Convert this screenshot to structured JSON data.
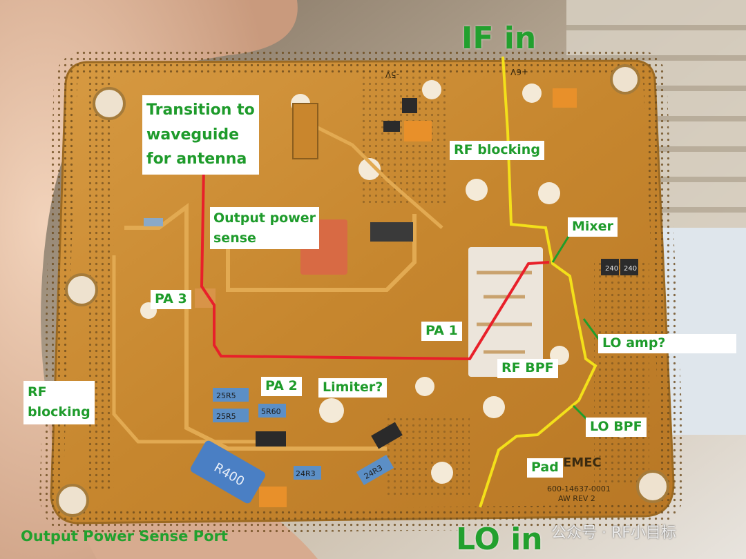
{
  "header": {
    "if_in": "IF in"
  },
  "footer": {
    "lo_in": "LO in",
    "output_power_sense_port": "Output Power Sense Port",
    "watermark": "公众号 · RF小目标"
  },
  "labels": {
    "transition": [
      "Transition to",
      "waveguide",
      "for antenna"
    ],
    "output_power_sense": [
      "Output power",
      "sense"
    ],
    "rf_blocking_top": "RF blocking",
    "mixer": "Mixer",
    "pa3": "PA 3",
    "pa1": "PA 1",
    "lo_amp": "LO amp?",
    "rf_bpf": "RF BPF",
    "pa2": "PA 2",
    "limiter": "Limiter?",
    "rf_blocking_left": [
      "RF",
      "blocking"
    ],
    "lo_bpf": "LO BPF",
    "pad": "Pad"
  },
  "board_markings": {
    "m1": "-5V",
    "m2": "+6V",
    "m3": "240",
    "m4": "240",
    "m5": "25R5",
    "m6": "25R5",
    "m7": "5R60",
    "m8": "R400",
    "m9": "24R3",
    "m10": "24R3",
    "m11": "EMEC",
    "m12": "600-14637-0001",
    "m13": "AW REV 2"
  },
  "colors": {
    "label_text": "#1e9b2b",
    "label_bg": "#ffffff",
    "rf_path": "#e8202a",
    "if_lo_path": "#f3e01a",
    "pointer": "#1f9e2a",
    "board": "#c8892f",
    "hand": "#e9c2a6"
  }
}
